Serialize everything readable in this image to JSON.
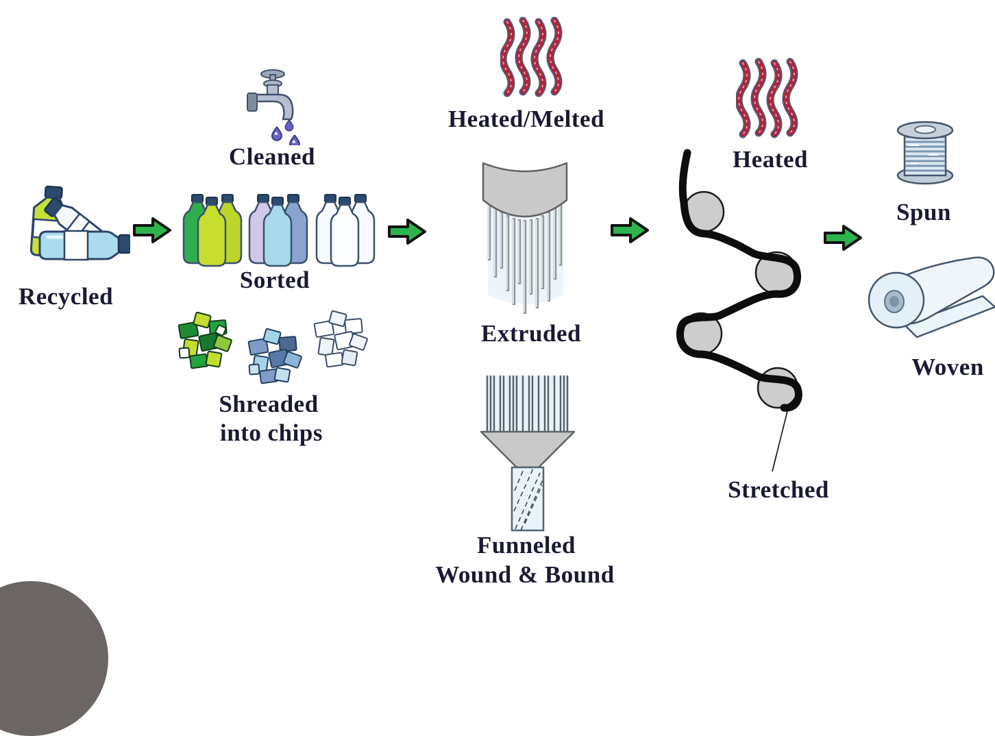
{
  "labels": {
    "recycled": "Recycled",
    "cleaned": "Cleaned",
    "sorted": "Sorted",
    "shredded_1": "Shreaded",
    "shredded_2": "into chips",
    "heated_melted": "Heated/Melted",
    "extruded": "Extruded",
    "funneled_1": "Funneled",
    "funneled_2": "Wound &  Bound",
    "heated": "Heated",
    "stretched": "Stretched",
    "spun": "Spun",
    "woven": "Woven"
  },
  "icons": {
    "recycled": "plastic-bottle-pile-icon",
    "cleaned": "faucet-drip-icon",
    "sorted": "sorted-bottle-groups-icon",
    "shredded": "plastic-chips-icon",
    "heated_melted": "heat-waves-icon",
    "extruded": "extruder-filaments-icon",
    "funneled": "funnel-rope-icon",
    "heated": "heat-waves-icon",
    "stretched": "stretch-rollers-icon",
    "spun": "thread-spool-icon",
    "woven": "fabric-roll-icon",
    "flow": "green-arrow-icon"
  },
  "colors": {
    "background": "#ffffff",
    "text": "#1a1a33",
    "arrow_green": "#2db44e",
    "heat_red": "#b02535",
    "machine_gray": "#c9c9c9",
    "roller_gray": "#cdcdcd",
    "thread_black": "#0d0d0d",
    "bottle_green": "#2fae4e",
    "bottle_yellow_green": "#c6da2a",
    "bottle_light_blue": "#a8daec",
    "bottle_lavender": "#cfc8e8",
    "bottle_steel_blue": "#8aa4d0",
    "bottle_clear": "#f8fbfd",
    "cap_navy": "#2c4a6e"
  }
}
